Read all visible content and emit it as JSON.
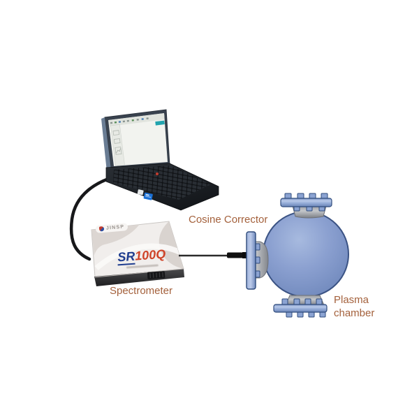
{
  "diagram": {
    "labels": {
      "cosine_corrector": "Cosine Corrector",
      "spectrometer": "Spectrometer",
      "plasma_chamber_line1": "Plasma",
      "plasma_chamber_line2": "chamber"
    }
  },
  "device": {
    "brand": "JINSP",
    "model_prefix": "SR",
    "model_suffix": "100Q",
    "model_prefix_color": "#1F3D8F",
    "model_suffix_color": "#CF4429"
  },
  "colors": {
    "label_text": "#A4613C",
    "sphere_fill": "#8BA0D0",
    "sphere_outline": "#3B5384",
    "flange_fill": "#9FB4DF",
    "collar_fill": "#ABAEB4",
    "cable": "#17181A",
    "laptop_body": "#23272D",
    "box_top": "#F1EEEC",
    "screen_accent_teal": "#21A3AE"
  }
}
